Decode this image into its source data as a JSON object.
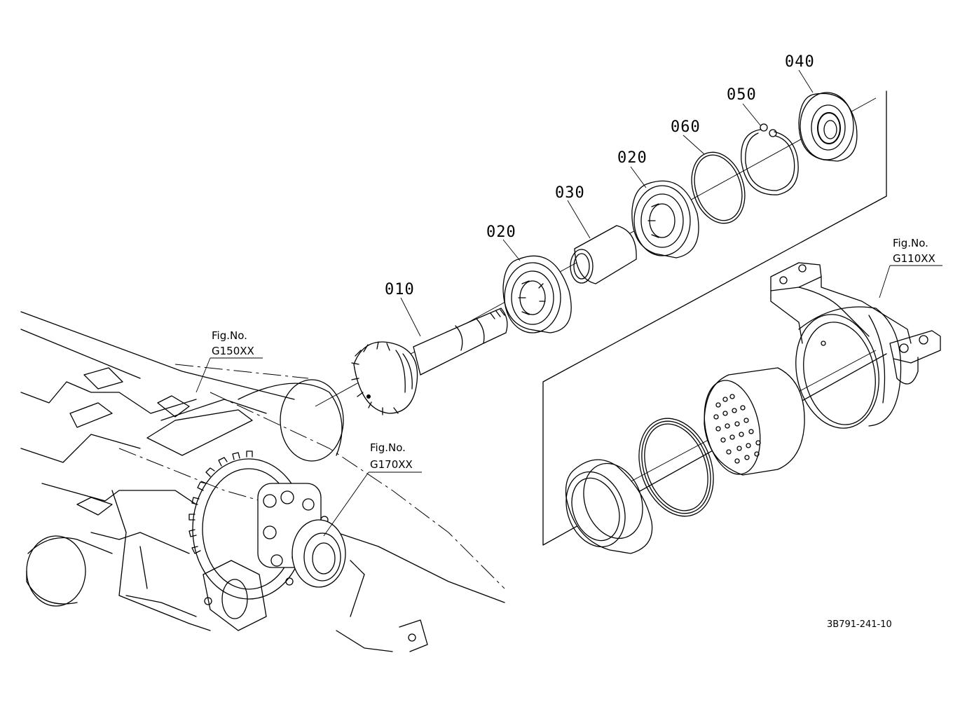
{
  "parts": {
    "p010": "010",
    "p020a": "020",
    "p020b": "020",
    "p030": "030",
    "p040": "040",
    "p050": "050",
    "p060": "060"
  },
  "refs": {
    "g150": {
      "caption": "Fig.No.",
      "code": "G150XX"
    },
    "g170": {
      "caption": "Fig.No.",
      "code": "G170XX"
    },
    "g110": {
      "caption": "Fig.No.",
      "code": "G110XX"
    }
  },
  "drawing_number": "3B791-241-10"
}
